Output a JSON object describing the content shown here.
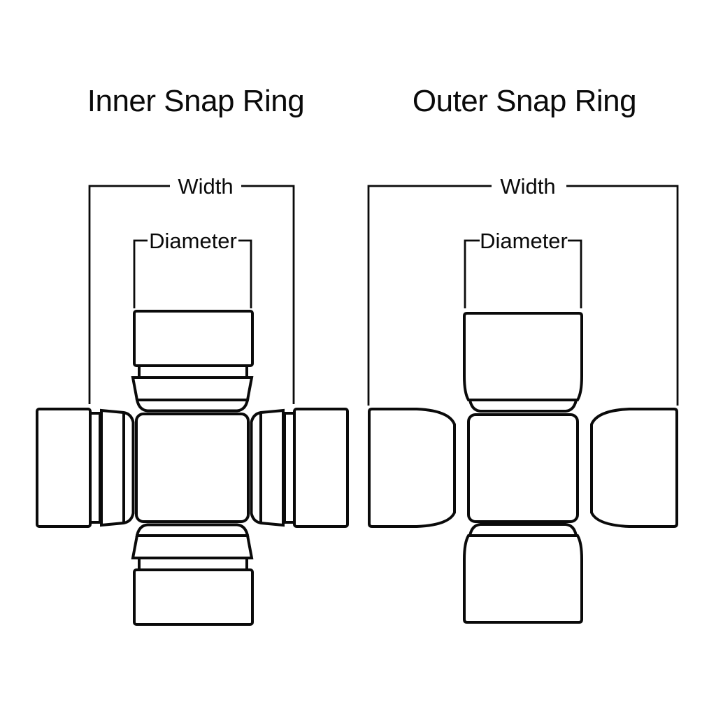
{
  "canvas": {
    "background": "#ffffff",
    "stroke_color": "#0a0a0a"
  },
  "diagrams": {
    "inner": {
      "title": "Inner Snap Ring",
      "width_label": "Width",
      "diameter_label": "Diameter"
    },
    "outer": {
      "title": "Outer Snap Ring",
      "width_label": "Width",
      "diameter_label": "Diameter"
    }
  }
}
